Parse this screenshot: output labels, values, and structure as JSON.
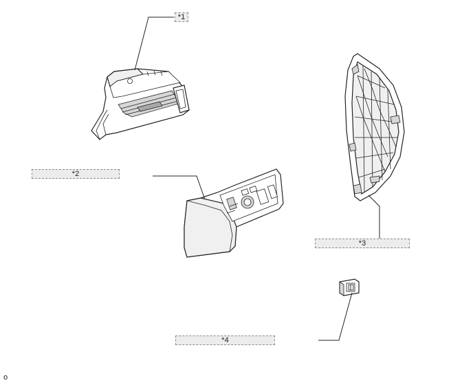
{
  "callouts": [
    {
      "id": "c1",
      "label": "*1"
    },
    {
      "id": "c2",
      "label": "*2"
    },
    {
      "id": "c3",
      "label": "*3"
    },
    {
      "id": "c4",
      "label": "*4"
    }
  ],
  "page_mark": "o",
  "icons": [
    "instrument-panel-register-assembly",
    "lower-finish-panel-assembly",
    "side-panel",
    "switch-assembly"
  ]
}
